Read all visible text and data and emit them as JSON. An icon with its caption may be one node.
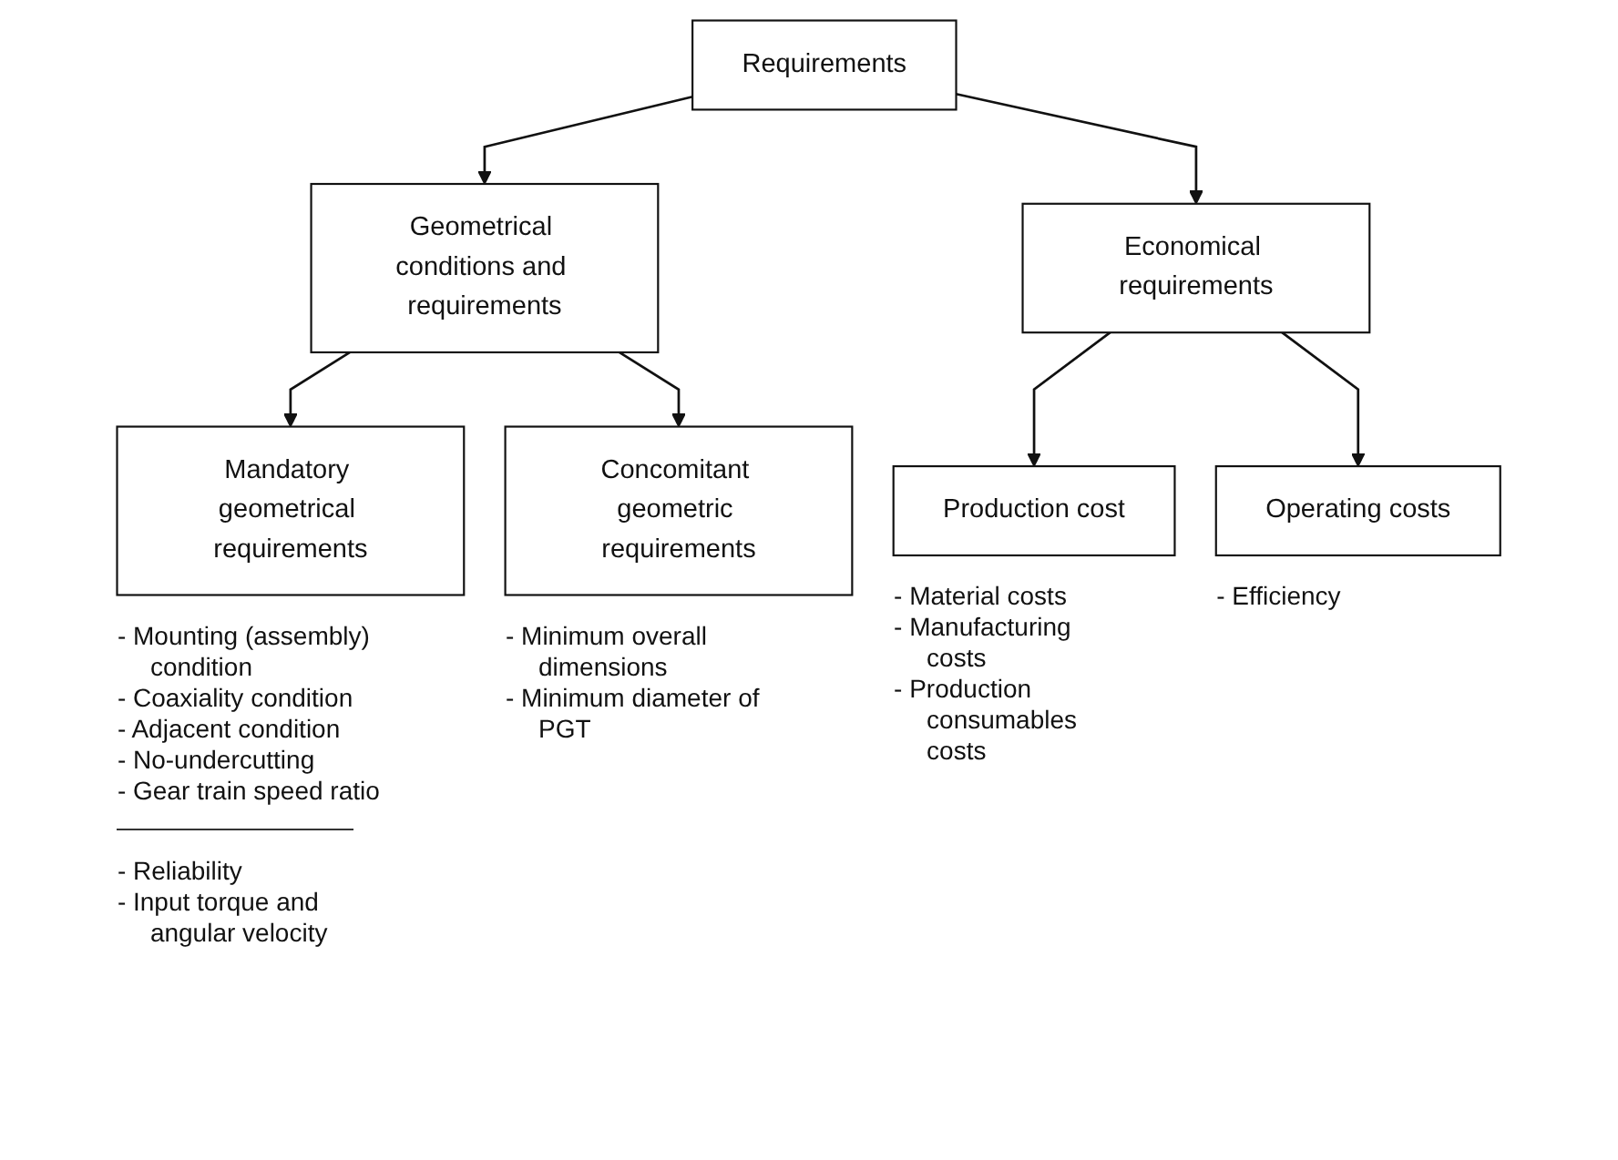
{
  "diagram": {
    "nodes": [
      {
        "text": [
          "Requirements"
        ]
      },
      {
        "text": [
          "Geometrical conditions and requirements"
        ]
      },
      {
        "text": [
          "Economical requirements"
        ]
      },
      {
        "text": [
          "Mandatory geometrical requirements"
        ],
        "beside": [
          "- Mounting (assembly) condition",
          "- Coaxiality condition",
          "- Adjacent condition",
          "- No-undercutting",
          "- Gear train speed ratio",
          "- Reliability",
          "- Input torque and angular velocity"
        ]
      },
      {
        "text": [
          "Concomitant geometric requirements"
        ],
        "beside": [
          "- Minimum overall dimensions",
          "- Minimum diameter of PGT"
        ]
      },
      {
        "text": [
          "Production cost"
        ],
        "beside": [
          "- Material costs",
          "- Manufacturing costs",
          "- Production consumables costs"
        ]
      },
      {
        "text": [
          "Operating costs"
        ],
        "beside": [
          "- Efficiency"
        ]
      }
    ],
    "edges": [
      {
        "from": 0,
        "to": 1,
        "arrow": "to"
      },
      {
        "from": 0,
        "to": 2,
        "arrow": "to"
      },
      {
        "from": 1,
        "to": 3,
        "arrow": "to"
      },
      {
        "from": 1,
        "to": 4,
        "arrow": "to"
      },
      {
        "from": 2,
        "to": 5,
        "arrow": "to"
      },
      {
        "from": 2,
        "to": 6,
        "arrow": "to"
      }
    ]
  }
}
